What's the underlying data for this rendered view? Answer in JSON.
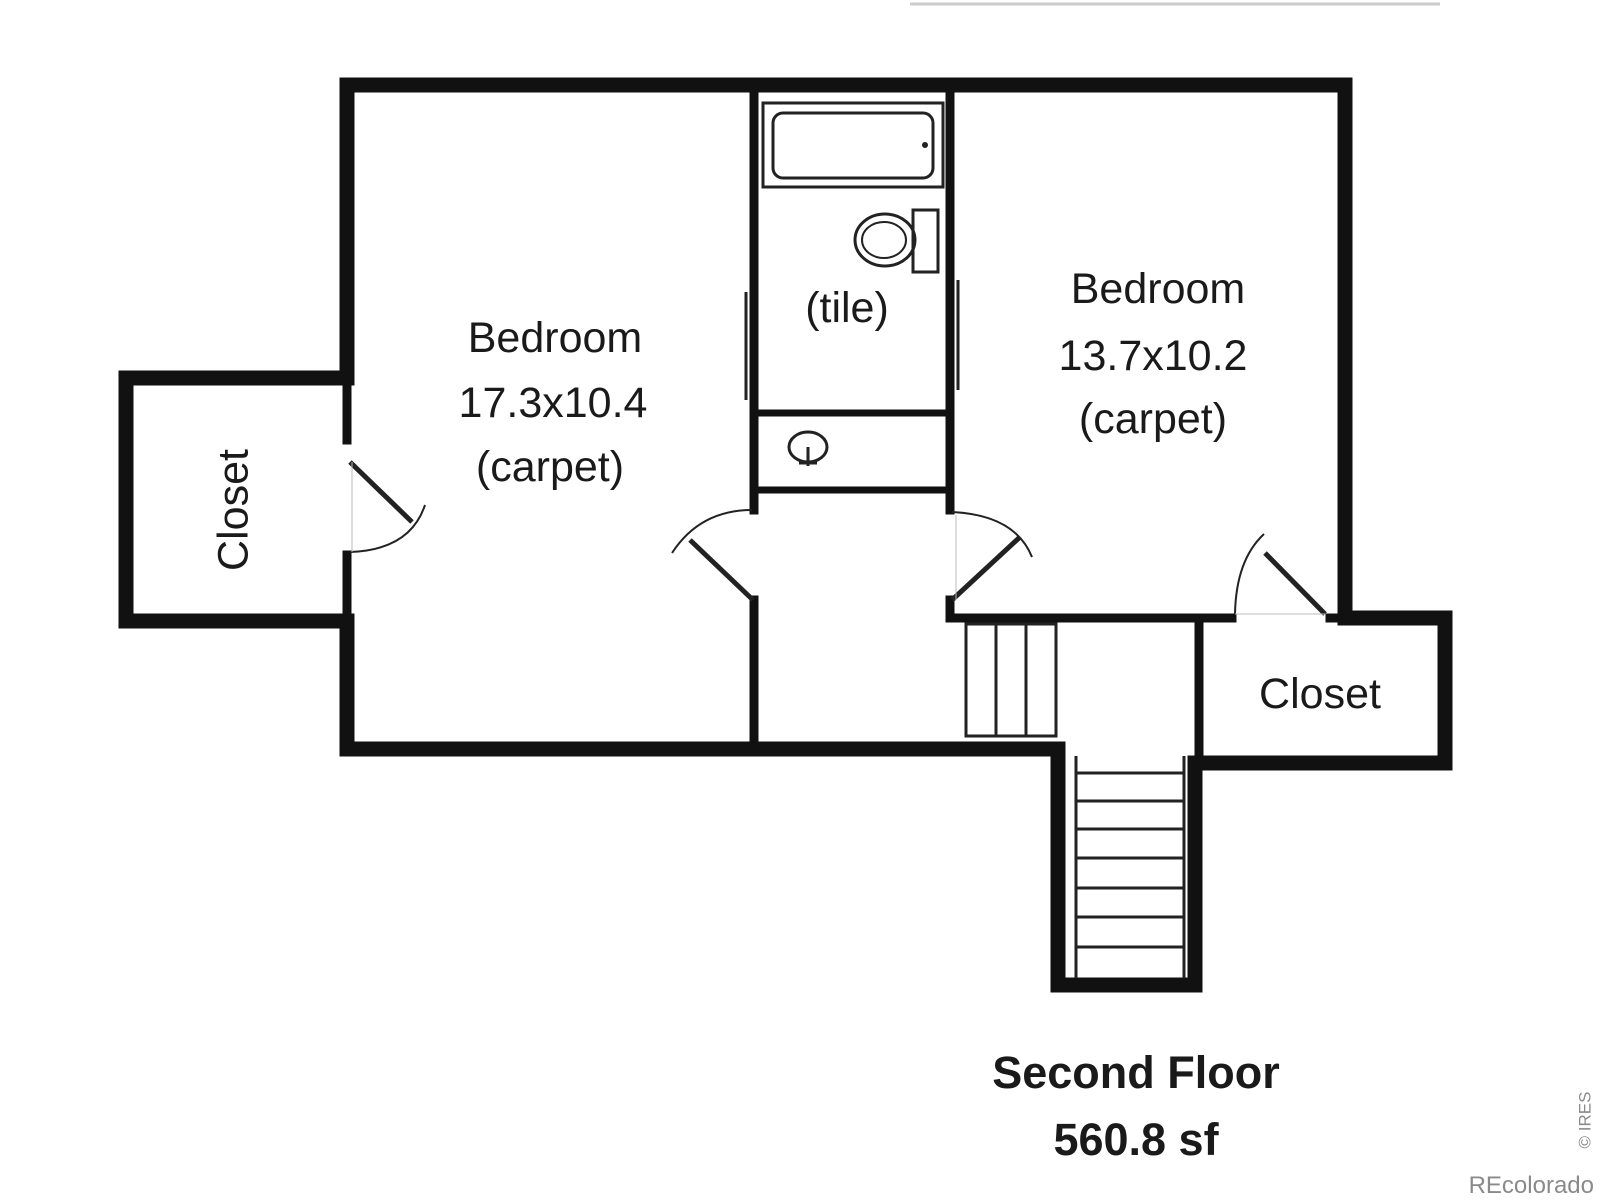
{
  "rooms": {
    "bedroom_left": {
      "name": "Bedroom",
      "dimensions": "17.3x10.4",
      "flooring": "(carpet)"
    },
    "bathroom": {
      "flooring": "(tile)"
    },
    "bedroom_right": {
      "name": "Bedroom",
      "dimensions": "13.7x10.2",
      "flooring": "(carpet)"
    },
    "closet_left": {
      "name": "Closet"
    },
    "closet_right": {
      "name": "Closet"
    }
  },
  "floor": {
    "name": "Second Floor",
    "area": "560.8 sf"
  },
  "credits": {
    "site": "REcolorado",
    "source": "© IRES"
  },
  "colors": {
    "wall": "#111111",
    "background": "#ffffff"
  }
}
